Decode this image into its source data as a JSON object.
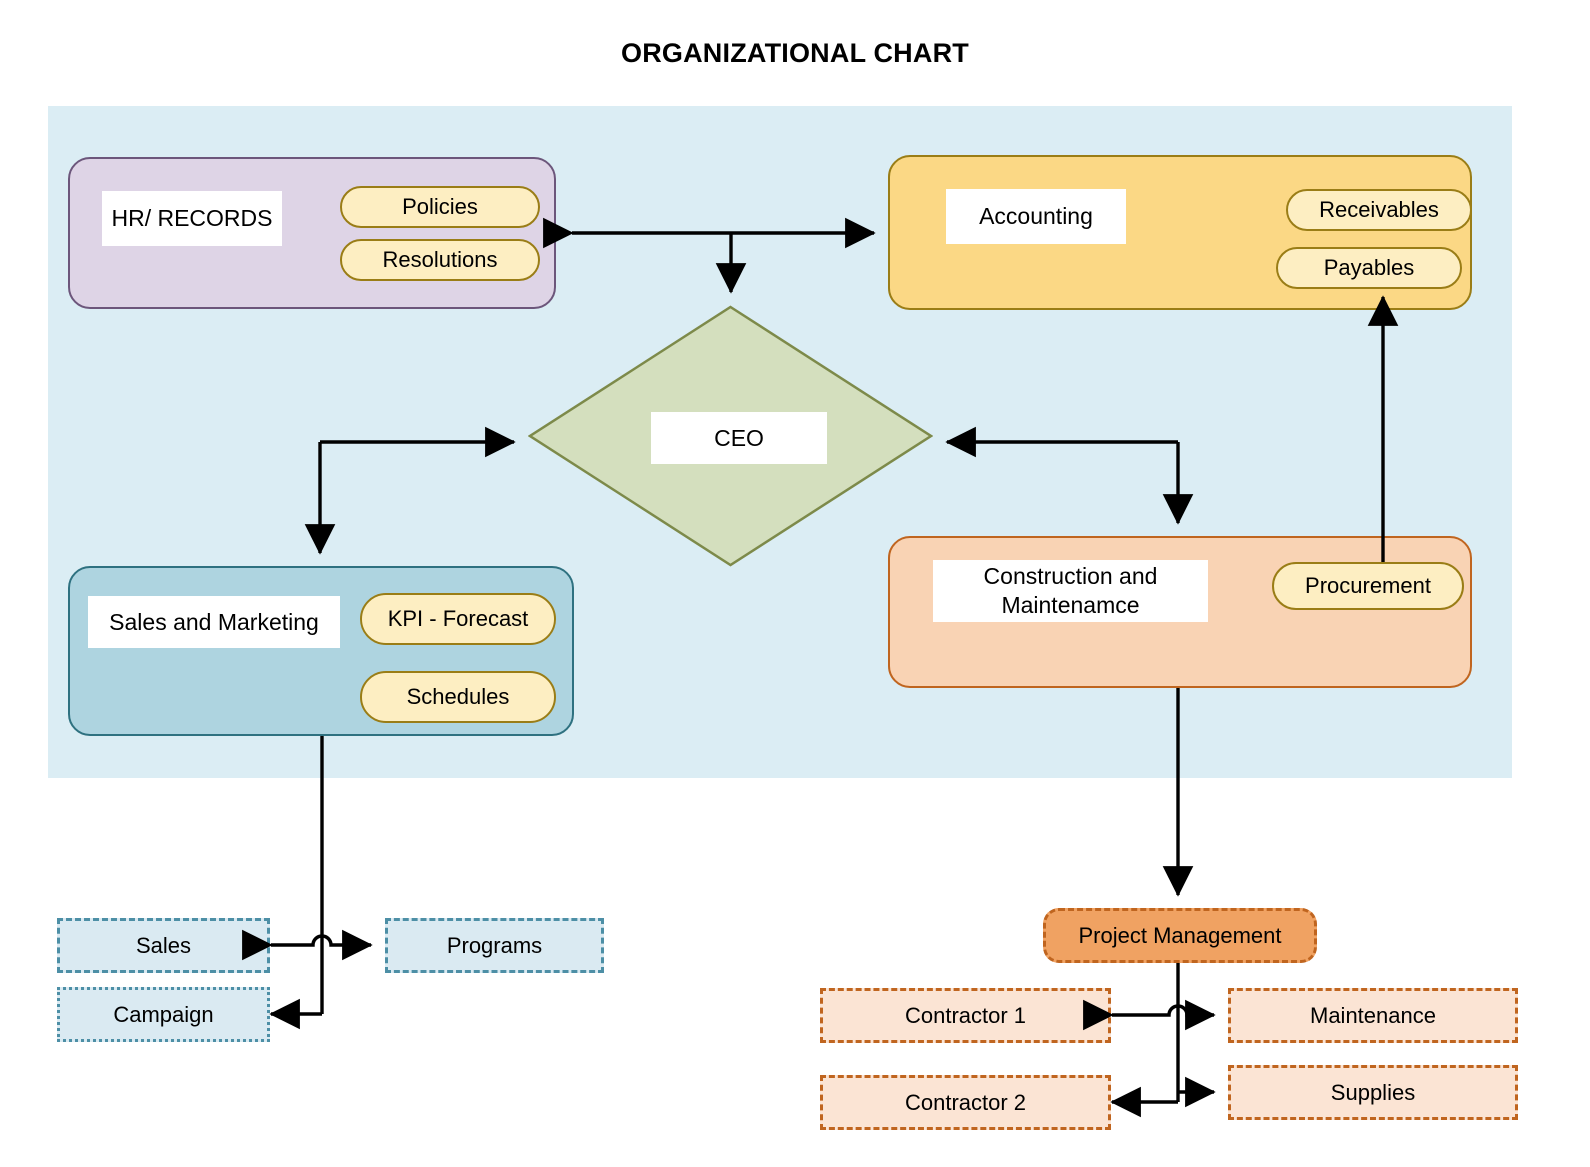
{
  "title": "ORGANIZATIONAL  CHART",
  "colors": {
    "backdrop": "#dbedf4",
    "hr_fill": "#ded4e6",
    "hr_border": "#6c567b",
    "accounting_fill": "#fbd885",
    "accounting_border": "#9a7d16",
    "pill_fill": "#fdeec2",
    "pill_border": "#9a7d16",
    "ceo_fill": "#d4dfbe",
    "ceo_border": "#7d8a4a",
    "sales_marketing_fill": "#aed4e0",
    "sales_marketing_border": "#2e7180",
    "construction_fill": "#f9d3b4",
    "construction_border": "#c0651f",
    "leaf_blue_fill": "#daeaf2",
    "leaf_blue_border": "#4d8fa6",
    "leaf_peach_fill": "#fbe4d4",
    "leaf_peach_border": "#c0651f",
    "project_mgmt_fill": "#f0a262",
    "connector": "#000000"
  },
  "nodes": {
    "ceo": {
      "label": "CEO",
      "shape": "diamond"
    },
    "hr": {
      "label": "HR/ RECORDS",
      "items": [
        {
          "label": "Policies"
        },
        {
          "label": "Resolutions"
        }
      ]
    },
    "accounting": {
      "label": "Accounting",
      "items": [
        {
          "label": "Receivables"
        },
        {
          "label": "Payables"
        }
      ]
    },
    "sales_marketing": {
      "label": "Sales and  Marketing",
      "items": [
        {
          "label": "KPI -  Forecast"
        },
        {
          "label": "Schedules"
        }
      ]
    },
    "construction": {
      "label": "Construction and\nMaintenamce",
      "label_line1": "Construction and",
      "label_line2": "Maintenamce",
      "items": [
        {
          "label": "Procurement"
        }
      ]
    },
    "project_management": {
      "label": "Project Management"
    }
  },
  "leaves": {
    "marketing_children": [
      {
        "label": "Sales",
        "border_style": "dashed"
      },
      {
        "label": "Campaign",
        "border_style": "dotted"
      },
      {
        "label": "Programs",
        "border_style": "dashed"
      }
    ],
    "project_children": [
      {
        "label": "Contractor  1",
        "border_style": "dashed"
      },
      {
        "label": "Contractor  2",
        "border_style": "dashed"
      },
      {
        "label": "Maintenance",
        "border_style": "dashed"
      },
      {
        "label": "Supplies",
        "border_style": "dashed"
      }
    ]
  },
  "edges": [
    {
      "from": "hr",
      "to": "accounting",
      "type": "bidirectional"
    },
    {
      "from": "hr-accounting-midpoint",
      "to": "ceo",
      "type": "arrow-down"
    },
    {
      "from": "ceo",
      "to": "sales_marketing",
      "type": "elbow-down-left"
    },
    {
      "from": "ceo",
      "to": "construction",
      "type": "elbow-down-right"
    },
    {
      "from": "procurement",
      "to": "payables",
      "type": "arrow-up"
    },
    {
      "from": "sales_marketing",
      "to": "sales",
      "type": "arrow-left"
    },
    {
      "from": "sales_marketing",
      "to": "programs",
      "type": "arrow-right"
    },
    {
      "from": "sales_marketing",
      "to": "campaign",
      "type": "arrow-left"
    },
    {
      "from": "construction",
      "to": "project_management",
      "type": "arrow-down"
    },
    {
      "from": "project_management",
      "to": "contractor_1",
      "type": "arrow-left"
    },
    {
      "from": "project_management",
      "to": "maintenance",
      "type": "arrow-right"
    },
    {
      "from": "project_management",
      "to": "contractor_2",
      "type": "arrow-left"
    },
    {
      "from": "project_management",
      "to": "supplies",
      "type": "arrow-right"
    }
  ]
}
